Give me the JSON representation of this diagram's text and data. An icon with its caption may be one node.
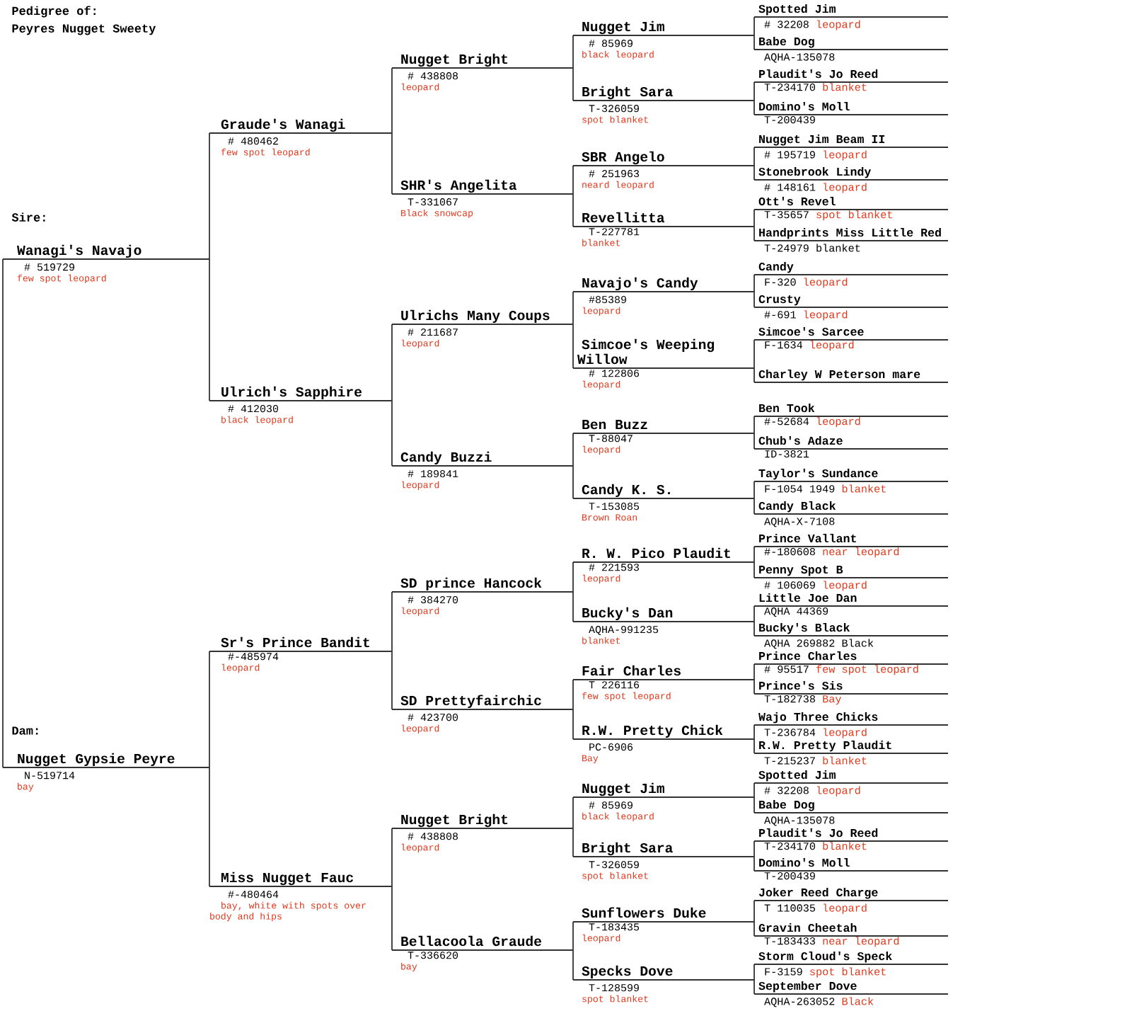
{
  "diagram": {
    "nodes": [
      {
        "text": [
          "Wanagi's Navajo",
          "# 519729",
          "few spot leopard"
        ]
      },
      {
        "text": [
          "Nugget Gypsie Peyre",
          "N-519714",
          "bay"
        ]
      },
      {
        "text": [
          "Graude's Wanagi",
          "# 480462",
          "few spot leopard"
        ]
      },
      {
        "text": [
          "Ulrich's Sapphire",
          "# 412030",
          "black leopard"
        ]
      },
      {
        "text": [
          "Sr's Prince Bandit",
          "#-485974",
          "leopard"
        ]
      },
      {
        "text": [
          "Miss Nugget Fauc",
          "#-480464",
          "bay, white with spots over body and hips"
        ]
      },
      {
        "text": [
          "Nugget Bright",
          "# 438808",
          "leopard"
        ]
      },
      {
        "text": [
          "SHR's Angelita",
          "T-331067",
          "Black snowcap"
        ]
      },
      {
        "text": [
          "Ulrichs Many Coups",
          "# 211687",
          "leopard"
        ]
      },
      {
        "text": [
          "Candy Buzzi",
          "# 189841",
          "leopard"
        ]
      },
      {
        "text": [
          "SD prince Hancock",
          "# 384270",
          "leopard"
        ]
      },
      {
        "text": [
          "SD Prettyfairchic",
          "# 423700",
          "leopard"
        ]
      },
      {
        "text": [
          "Nugget Bright",
          "# 438808",
          "leopard"
        ]
      },
      {
        "text": [
          "Bellacoola Graude",
          "T-336620",
          "bay"
        ]
      },
      {
        "text": [
          "Nugget Jim",
          "# 85969",
          "black leopard"
        ]
      },
      {
        "text": [
          "Bright Sara",
          "T-326059",
          "spot blanket"
        ]
      },
      {
        "text": [
          "SBR Angelo",
          "# 251963",
          "neard leopard"
        ]
      },
      {
        "text": [
          "Revellitta",
          "T-227781",
          "blanket"
        ]
      },
      {
        "text": [
          "Navajo's Candy",
          "#85389",
          "leopard"
        ]
      },
      {
        "text": [
          "Simcoe's Weeping Willow",
          "# 122806",
          "leopard"
        ]
      },
      {
        "text": [
          "Ben Buzz",
          "T-88047",
          "leopard"
        ]
      },
      {
        "text": [
          "Candy K. S.",
          "T-153085",
          "Brown Roan"
        ]
      },
      {
        "text": [
          "R. W. Pico Plaudit",
          "# 221593",
          "leopard"
        ]
      },
      {
        "text": [
          "Bucky's Dan",
          "AQHA-991235",
          "blanket"
        ]
      },
      {
        "text": [
          "Fair Charles",
          "T 226116",
          "few spot leopard"
        ]
      },
      {
        "text": [
          "R.W. Pretty Chick",
          "PC-6906",
          "Bay"
        ]
      },
      {
        "text": [
          "Nugget Jim",
          "# 85969",
          "black leopard"
        ]
      },
      {
        "text": [
          "Bright Sara",
          "T-326059",
          "spot blanket"
        ]
      },
      {
        "text": [
          "Sunflowers Duke",
          "T-183435",
          "leopard"
        ]
      },
      {
        "text": [
          "Specks Dove",
          "T-128599",
          "spot blanket"
        ]
      },
      {
        "text": [
          "Spotted Jim",
          "# 32208",
          "leopard"
        ]
      },
      {
        "text": [
          "Babe Dog",
          "AQHA-135078"
        ]
      },
      {
        "text": [
          "Plaudit's Jo Reed",
          "T-234170",
          "blanket"
        ]
      },
      {
        "text": [
          "Domino's Moll",
          "T-200439"
        ]
      },
      {
        "text": [
          "Nugget Jim Beam II",
          "# 195719",
          "leopard"
        ]
      },
      {
        "text": [
          "Stonebrook Lindy",
          "# 148161",
          "leopard"
        ]
      },
      {
        "text": [
          "Ott's Revel",
          "T-35657",
          "spot blanket"
        ]
      },
      {
        "text": [
          "Handprints Miss Little Red",
          "T-24979 blanket"
        ]
      },
      {
        "text": [
          "Candy",
          "F-320",
          "leopard"
        ]
      },
      {
        "text": [
          "Crusty",
          "#-691",
          "leopard"
        ]
      },
      {
        "text": [
          "Simcoe's Sarcee",
          "F-1634",
          "leopard"
        ]
      },
      {
        "text": [
          "Charley W Peterson mare"
        ]
      },
      {
        "text": [
          "Ben Took",
          "#-52684",
          "leopard"
        ]
      },
      {
        "text": [
          "Chub's Adaze",
          "ID-3821"
        ]
      },
      {
        "text": [
          "Taylor's Sundance",
          "F-1054 1949",
          "blanket"
        ]
      },
      {
        "text": [
          "Candy Black",
          "AQHA-X-7108"
        ]
      },
      {
        "text": [
          "Prince Vallant",
          "#-180608",
          "near leopard"
        ]
      },
      {
        "text": [
          "Penny Spot B",
          "# 106069",
          "leopard"
        ]
      },
      {
        "text": [
          "Little Joe Dan",
          "AQHA 44369"
        ]
      },
      {
        "text": [
          "Bucky's Black",
          "AQHA 269882 Black"
        ]
      },
      {
        "text": [
          "Prince Charles",
          "# 95517",
          "few spot leopard"
        ]
      },
      {
        "text": [
          "Prince's Sis",
          "T-182738",
          "Bay"
        ]
      },
      {
        "text": [
          "Wajo Three Chicks",
          "T-236784",
          "leopard"
        ]
      },
      {
        "text": [
          "R.W. Pretty Plaudit",
          "T-215237",
          "blanket"
        ]
      },
      {
        "text": [
          "Spotted Jim",
          "# 32208",
          "leopard"
        ]
      },
      {
        "text": [
          "Babe Dog",
          "AQHA-135078"
        ]
      },
      {
        "text": [
          "Plaudit's Jo Reed",
          "T-234170",
          "blanket"
        ]
      },
      {
        "text": [
          "Domino's Moll",
          "T-200439"
        ]
      },
      {
        "text": [
          "Joker Reed Charge",
          "T 110035",
          "leopard"
        ]
      },
      {
        "text": [
          "Gravin Cheetah",
          "T-183433",
          "near leopard"
        ]
      },
      {
        "text": [
          "Storm Cloud's Speck",
          "F-3159",
          "spot blanket"
        ]
      },
      {
        "text": [
          "September Dove",
          "AQHA-263052",
          "Black"
        ]
      }
    ],
    "edges": [
      {
        "from": 0,
        "to": 1,
        "arrow": "none"
      },
      {
        "from": 0,
        "to": 2,
        "arrow": "none"
      },
      {
        "from": 0,
        "to": 3,
        "arrow": "none"
      },
      {
        "from": 1,
        "to": 4,
        "arrow": "none"
      },
      {
        "from": 1,
        "to": 5,
        "arrow": "none"
      },
      {
        "from": 2,
        "to": 6,
        "arrow": "none"
      },
      {
        "from": 2,
        "to": 7,
        "arrow": "none"
      },
      {
        "from": 3,
        "to": 8,
        "arrow": "none"
      },
      {
        "from": 3,
        "to": 9,
        "arrow": "none"
      },
      {
        "from": 4,
        "to": 10,
        "arrow": "none"
      },
      {
        "from": 4,
        "to": 11,
        "arrow": "none"
      },
      {
        "from": 5,
        "to": 12,
        "arrow": "none"
      },
      {
        "from": 5,
        "to": 13,
        "arrow": "none"
      },
      {
        "from": 6,
        "to": 14,
        "arrow": "none"
      },
      {
        "from": 6,
        "to": 15,
        "arrow": "none"
      },
      {
        "from": 7,
        "to": 16,
        "arrow": "none"
      },
      {
        "from": 7,
        "to": 17,
        "arrow": "none"
      },
      {
        "from": 8,
        "to": 18,
        "arrow": "none"
      },
      {
        "from": 8,
        "to": 19,
        "arrow": "none"
      },
      {
        "from": 9,
        "to": 20,
        "arrow": "none"
      },
      {
        "from": 9,
        "to": 21,
        "arrow": "none"
      },
      {
        "from": 10,
        "to": 22,
        "arrow": "none"
      },
      {
        "from": 10,
        "to": 23,
        "arrow": "none"
      },
      {
        "from": 11,
        "to": 24,
        "arrow": "none"
      },
      {
        "from": 11,
        "to": 25,
        "arrow": "none"
      },
      {
        "from": 12,
        "to": 26,
        "arrow": "none"
      },
      {
        "from": 12,
        "to": 27,
        "arrow": "none"
      },
      {
        "from": 13,
        "to": 28,
        "arrow": "none"
      },
      {
        "from": 13,
        "to": 29,
        "arrow": "none"
      },
      {
        "from": 14,
        "to": 30,
        "arrow": "none"
      },
      {
        "from": 14,
        "to": 31,
        "arrow": "none"
      },
      {
        "from": 15,
        "to": 32,
        "arrow": "none"
      },
      {
        "from": 15,
        "to": 33,
        "arrow": "none"
      },
      {
        "from": 16,
        "to": 34,
        "arrow": "none"
      },
      {
        "from": 16,
        "to": 35,
        "arrow": "none"
      },
      {
        "from": 17,
        "to": 36,
        "arrow": "none"
      },
      {
        "from": 17,
        "to": 37,
        "arrow": "none"
      },
      {
        "from": 18,
        "to": 38,
        "arrow": "none"
      },
      {
        "from": 18,
        "to": 39,
        "arrow": "none"
      },
      {
        "from": 19,
        "to": 40,
        "arrow": "none"
      },
      {
        "from": 19,
        "to": 41,
        "arrow": "none"
      },
      {
        "from": 20,
        "to": 42,
        "arrow": "none"
      },
      {
        "from": 20,
        "to": 43,
        "arrow": "none"
      },
      {
        "from": 21,
        "to": 44,
        "arrow": "none"
      },
      {
        "from": 21,
        "to": 45,
        "arrow": "none"
      },
      {
        "from": 22,
        "to": 46,
        "arrow": "none"
      },
      {
        "from": 22,
        "to": 47,
        "arrow": "none"
      },
      {
        "from": 23,
        "to": 48,
        "arrow": "none"
      },
      {
        "from": 23,
        "to": 49,
        "arrow": "none"
      },
      {
        "from": 24,
        "to": 50,
        "arrow": "none"
      },
      {
        "from": 24,
        "to": 51,
        "arrow": "none"
      },
      {
        "from": 25,
        "to": 52,
        "arrow": "none"
      },
      {
        "from": 25,
        "to": 53,
        "arrow": "none"
      },
      {
        "from": 26,
        "to": 54,
        "arrow": "none"
      },
      {
        "from": 26,
        "to": 55,
        "arrow": "none"
      },
      {
        "from": 27,
        "to": 56,
        "arrow": "none"
      },
      {
        "from": 27,
        "to": 57,
        "arrow": "none"
      },
      {
        "from": 28,
        "to": 58,
        "arrow": "none"
      },
      {
        "from": 28,
        "to": 59,
        "arrow": "none"
      },
      {
        "from": 29,
        "to": 60,
        "arrow": "none"
      },
      {
        "from": 29,
        "to": 61,
        "arrow": "none"
      }
    ],
    "labels": [
      "Pedigree of:",
      "Peyres Nugget Sweety",
      "Sire:",
      "Dam:"
    ]
  }
}
